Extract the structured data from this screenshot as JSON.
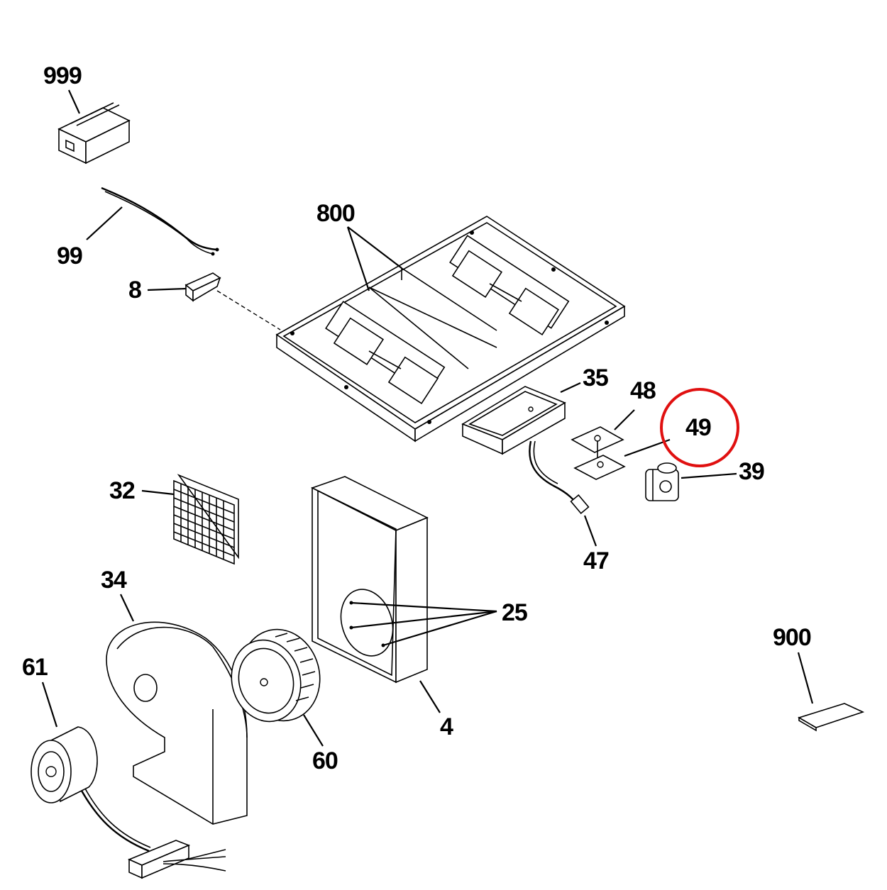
{
  "labels": {
    "p999": "999",
    "p99": "99",
    "p8": "8",
    "p800": "800",
    "p35": "35",
    "p48": "48",
    "p49": "49",
    "p39": "39",
    "p47": "47",
    "p32": "32",
    "p34": "34",
    "p25": "25",
    "p900": "900",
    "p61": "61",
    "p60": "60",
    "p4": "4"
  },
  "highlight": {
    "part": "49",
    "color": "#e01010"
  }
}
